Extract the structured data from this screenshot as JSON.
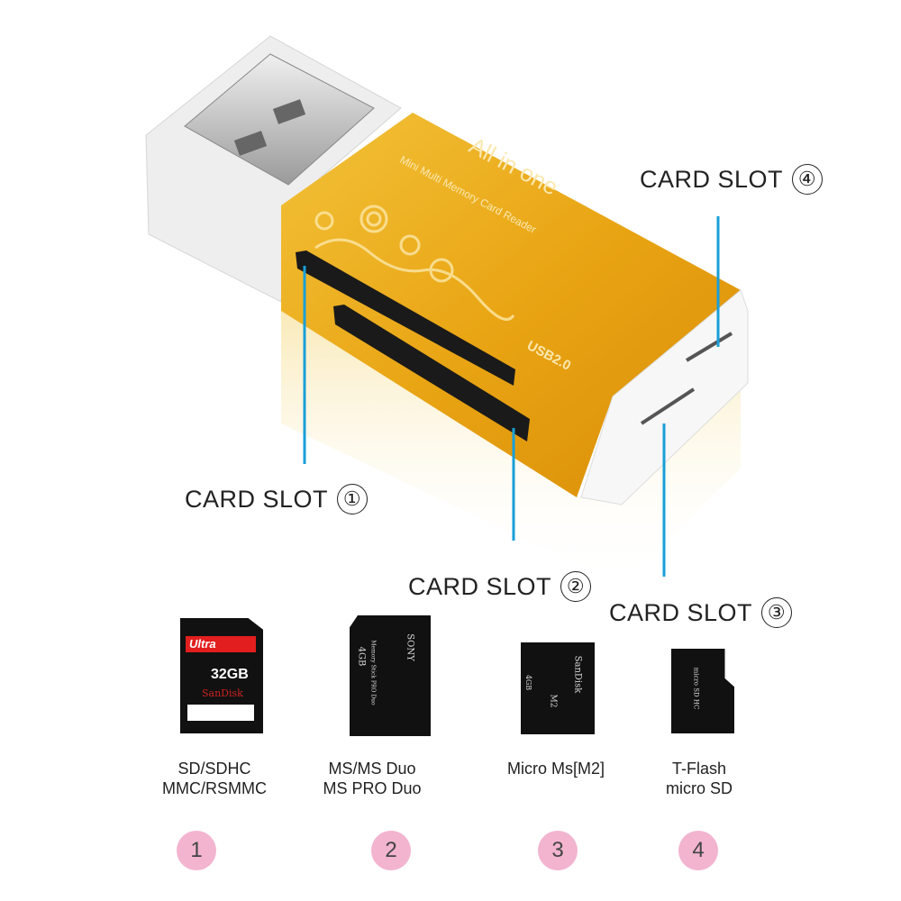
{
  "product": {
    "title": "All in one",
    "subtitle": "Mini Multi Memory Card Reader",
    "usb_label": "USB2.0",
    "body_color": "#e8a812",
    "callout_color": "#1a9fd8"
  },
  "slot_labels": [
    {
      "text": "CARD SLOT",
      "number": "①"
    },
    {
      "text": "CARD SLOT",
      "number": "②"
    },
    {
      "text": "CARD SLOT",
      "number": "③"
    },
    {
      "text": "CARD SLOT",
      "number": "④"
    }
  ],
  "cards": [
    {
      "lines": [
        "SD/SDHC",
        "MMC/RSMMC"
      ],
      "number": "1",
      "printed": {
        "brand": "SanDisk",
        "line": "Ultra",
        "capacity": "32GB"
      }
    },
    {
      "lines": [
        "MS/MS Duo",
        "MS PRO Duo"
      ],
      "number": "2",
      "printed": {
        "brand": "SONY",
        "line": "Memory Stick PRO Duo",
        "capacity": "4GB"
      }
    },
    {
      "lines": [
        "Micro Ms[M2]",
        ""
      ],
      "number": "3",
      "printed": {
        "brand": "SanDisk",
        "line": "M2",
        "capacity": "4GB"
      }
    },
    {
      "lines": [
        "T-Flash",
        "micro SD"
      ],
      "number": "4",
      "printed": {
        "brand": "",
        "line": "micro SD HC",
        "capacity": ""
      }
    }
  ],
  "badge_color": "#f3b4d0"
}
